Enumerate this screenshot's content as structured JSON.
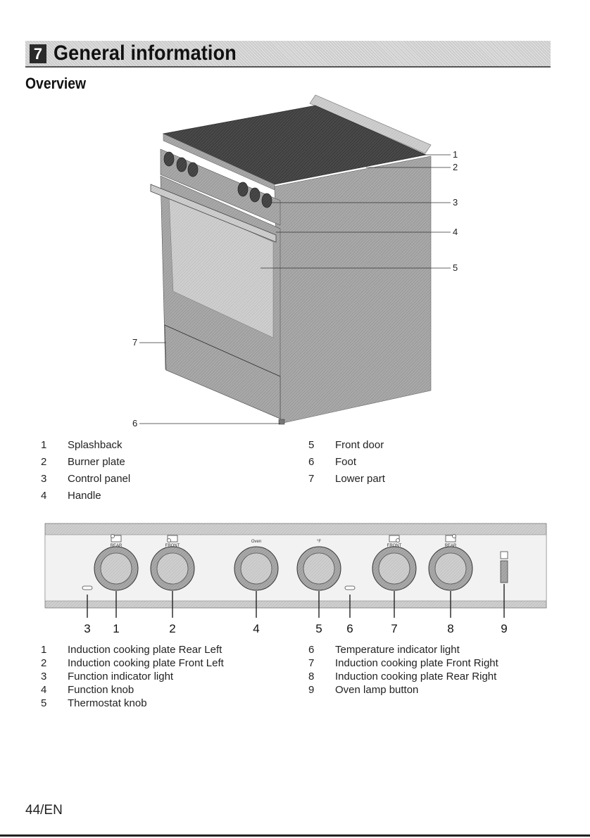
{
  "header": {
    "number": "7",
    "title": "General information"
  },
  "overview_title": "Overview",
  "figure1_callouts": [
    "1",
    "2",
    "3",
    "4",
    "5",
    "6",
    "7"
  ],
  "legend1": [
    {
      "num": "1",
      "text": "Splashback"
    },
    {
      "num": "2",
      "text": "Burner plate"
    },
    {
      "num": "3",
      "text": "Control panel"
    },
    {
      "num": "4",
      "text": "Handle"
    },
    {
      "num": "5",
      "text": "Front door"
    },
    {
      "num": "6",
      "text": "Foot"
    },
    {
      "num": "7",
      "text": "Lower part"
    }
  ],
  "panel": {
    "knob_labels": [
      "REAR",
      "FRONT",
      "Oven",
      "°F",
      "FRONT",
      "REAR"
    ],
    "callouts": [
      "3",
      "1",
      "2",
      "4",
      "5",
      "6",
      "7",
      "8",
      "9"
    ]
  },
  "legend2": [
    {
      "num": "1",
      "text": "Induction cooking plate  Rear Left"
    },
    {
      "num": "2",
      "text": "Induction cooking plate Front Left"
    },
    {
      "num": "3",
      "text": "Function indicator light"
    },
    {
      "num": "4",
      "text": "Function knob"
    },
    {
      "num": "5",
      "text": "Thermostat knob"
    },
    {
      "num": "6",
      "text": "Temperature indicator light"
    },
    {
      "num": "7",
      "text": "Induction cooking plate  Front Right"
    },
    {
      "num": "8",
      "text": "Induction cooking plate  Rear Right"
    },
    {
      "num": "9",
      "text": "Oven lamp button"
    }
  ],
  "page_number": "44/EN"
}
